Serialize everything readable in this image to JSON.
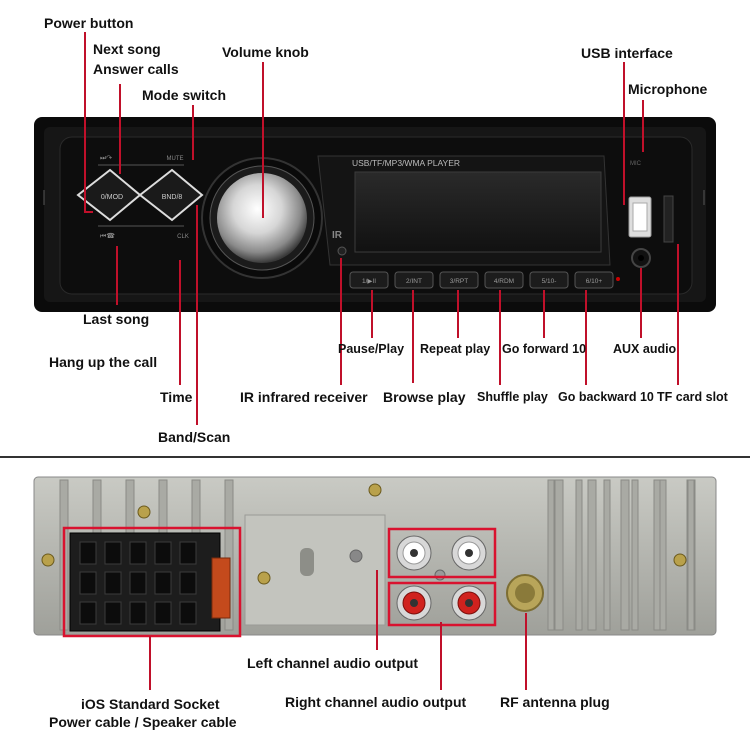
{
  "callouts": {
    "power_button": "Power button",
    "next_song": "Next song",
    "answer_calls": "Answer calls",
    "volume_knob": "Volume knob",
    "mode_switch": "Mode switch",
    "usb_interface": "USB interface",
    "microphone": "Microphone",
    "last_song": "Last song",
    "hang_up": "Hang up the call",
    "time": "Time",
    "band_scan": "Band/Scan",
    "ir_receiver": "IR infrared receiver",
    "pause_play": "Pause/Play",
    "browse_play": "Browse play",
    "repeat_play": "Repeat play",
    "shuffle_play": "Shuffle play",
    "go_forward": "Go forward 10",
    "go_backward": "Go backward 10",
    "aux_audio": "AUX audio",
    "tf_slot": "TF card slot",
    "left_channel": "Left channel audio output",
    "right_channel": "Right channel audio output",
    "rf_antenna": "RF antenna plug",
    "ios_socket": "iOS Standard Socket",
    "power_speaker": "Power cable / Speaker cable"
  },
  "device": {
    "display_title": "USB/TF/MP3/WMA PLAYER",
    "mute_label": "MUTE",
    "clk_label": "CLK",
    "mode_button": "0/MOD",
    "band_button": "BND/8",
    "ir_label": "IR",
    "mic_label": "MIC",
    "preset_buttons": [
      "1/▶II",
      "2/INT",
      "3/RPT",
      "4/RDM",
      "5/10-",
      "6/10+"
    ]
  },
  "colors": {
    "callout_line": "#c0102a",
    "box_outline": "#d9122f",
    "faceplate": "#0e0e0e",
    "chassis": "#b9bab4"
  }
}
